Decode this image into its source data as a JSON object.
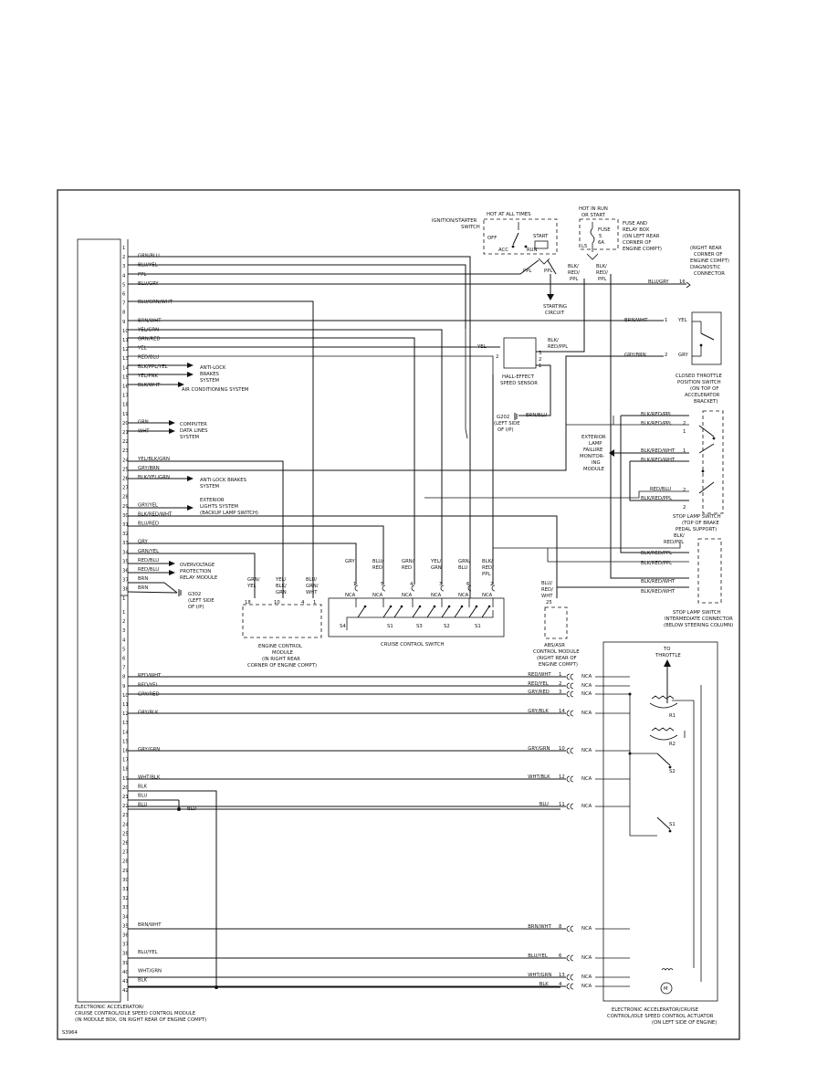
{
  "diagram_id": "S3964",
  "module": {
    "label_lines": [
      "ELECTRONIC ACCELERATOR/",
      "CRUISE CONTROL/IDLE SPEED CONTROL MODULE",
      "(IN MODULE BOX, ON RIGHT REAR OF ENGINE COMPT)"
    ],
    "upper_pins": [
      {
        "n": "1",
        "w": ""
      },
      {
        "n": "2",
        "w": "GRN/BLU"
      },
      {
        "n": "3",
        "w": "BLU/YEL"
      },
      {
        "n": "4",
        "w": "PPL"
      },
      {
        "n": "5",
        "w": "BLU/GRY"
      },
      {
        "n": "6",
        "w": ""
      },
      {
        "n": "7",
        "w": "BLU/GRN/WHT"
      },
      {
        "n": "8",
        "w": ""
      },
      {
        "n": "9",
        "w": "BRN/WHT"
      },
      {
        "n": "10",
        "w": "YEL/GRN"
      },
      {
        "n": "11",
        "w": "GRN/RED"
      },
      {
        "n": "12",
        "w": "YEL"
      },
      {
        "n": "13",
        "w": "RED/BLU"
      },
      {
        "n": "14",
        "w": "BLK/PPL/YEL"
      },
      {
        "n": "15",
        "w": "YEL/PNK"
      },
      {
        "n": "16",
        "w": "BLK/WHT"
      },
      {
        "n": "17",
        "w": ""
      },
      {
        "n": "18",
        "w": ""
      },
      {
        "n": "19",
        "w": ""
      },
      {
        "n": "20",
        "w": "GRN"
      },
      {
        "n": "21",
        "w": "WHT"
      },
      {
        "n": "22",
        "w": ""
      },
      {
        "n": "23",
        "w": ""
      },
      {
        "n": "24",
        "w": "YEL/BLK/GRN"
      },
      {
        "n": "25",
        "w": "GRY/BRN"
      },
      {
        "n": "26",
        "w": "BLK/YEL/GRN"
      },
      {
        "n": "27",
        "w": ""
      },
      {
        "n": "28",
        "w": ""
      },
      {
        "n": "29",
        "w": "GRY/YEL"
      },
      {
        "n": "30",
        "w": "BLK/RED/WHT"
      },
      {
        "n": "31",
        "w": "BLU/RED"
      },
      {
        "n": "32",
        "w": ""
      },
      {
        "n": "33",
        "w": "GRY"
      },
      {
        "n": "34",
        "w": "GRN/YEL"
      },
      {
        "n": "35",
        "w": "RED/BLU"
      },
      {
        "n": "36",
        "w": "RED/BLU"
      },
      {
        "n": "37",
        "w": "BRN"
      },
      {
        "n": "38",
        "w": "BRN"
      },
      {
        "n": "1",
        "w": ""
      }
    ],
    "lower_pins": [
      {
        "n": "1",
        "w": ""
      },
      {
        "n": "2",
        "w": ""
      },
      {
        "n": "3",
        "w": ""
      },
      {
        "n": "4",
        "w": ""
      },
      {
        "n": "5",
        "w": ""
      },
      {
        "n": "6",
        "w": ""
      },
      {
        "n": "7",
        "w": ""
      },
      {
        "n": "8",
        "w": "RED/WHT"
      },
      {
        "n": "9",
        "w": "RED/YEL"
      },
      {
        "n": "10",
        "w": "GRY/RED"
      },
      {
        "n": "11",
        "w": ""
      },
      {
        "n": "12",
        "w": "GRY/BLK"
      },
      {
        "n": "13",
        "w": ""
      },
      {
        "n": "14",
        "w": ""
      },
      {
        "n": "15",
        "w": ""
      },
      {
        "n": "16",
        "w": "GRY/GRN"
      },
      {
        "n": "17",
        "w": ""
      },
      {
        "n": "18",
        "w": ""
      },
      {
        "n": "19",
        "w": "WHT/BLK"
      },
      {
        "n": "20",
        "w": "BLK"
      },
      {
        "n": "21",
        "w": "BLU"
      },
      {
        "n": "22",
        "w": "BLU"
      },
      {
        "n": "23",
        "w": ""
      },
      {
        "n": "24",
        "w": ""
      },
      {
        "n": "25",
        "w": ""
      },
      {
        "n": "26",
        "w": ""
      },
      {
        "n": "27",
        "w": ""
      },
      {
        "n": "28",
        "w": ""
      },
      {
        "n": "29",
        "w": ""
      },
      {
        "n": "30",
        "w": ""
      },
      {
        "n": "31",
        "w": ""
      },
      {
        "n": "32",
        "w": ""
      },
      {
        "n": "33",
        "w": ""
      },
      {
        "n": "34",
        "w": ""
      },
      {
        "n": "35",
        "w": "BRN/WHT"
      },
      {
        "n": "36",
        "w": ""
      },
      {
        "n": "37",
        "w": ""
      },
      {
        "n": "38",
        "w": "BLU/YEL"
      },
      {
        "n": "39",
        "w": ""
      },
      {
        "n": "40",
        "w": "WHT/GRN"
      },
      {
        "n": "41",
        "w": "BLK"
      },
      {
        "n": "42",
        "w": ""
      }
    ]
  },
  "ignition": {
    "label_lines": [
      "IGNITION/STARTER",
      "SWITCH"
    ],
    "hot": "HOT AT ALL TIMES",
    "off": "OFF",
    "start": "START",
    "acc": "ACC",
    "run": "RUN"
  },
  "fuse": {
    "hot_lines": [
      "HOT IN RUN",
      "OR START"
    ],
    "fuse_lines": [
      "FUSE",
      "5",
      "6A"
    ],
    "box_lines": [
      "FUSE AND",
      "RELAY BOX",
      "(ON LEFT REAR",
      "CORNER OF",
      "ENGINE COMPT)"
    ],
    "l5": "L5",
    "wires": [
      "BLK/",
      "RED/",
      "PPL",
      "BLK/",
      "RED/",
      "PPL"
    ]
  },
  "diag": {
    "label_lines": [
      "(RIGHT REAR",
      "CORNER OF",
      "ENGINE COMPT)",
      "DIAGNOSTIC",
      "CONNECTOR"
    ],
    "wire": "BLU/GRY",
    "pin": "16"
  },
  "starting": {
    "label_lines": [
      "STARTING",
      "CIRCUIT"
    ],
    "ppl": "PPL"
  },
  "hall": {
    "label_lines": [
      "HALL-EFFECT",
      "SPEED SENSOR"
    ],
    "wire_in": "YEL",
    "wire_out": [
      "BLK/",
      "RED/PPL"
    ],
    "pin_l": "2",
    "pin_r1": "3",
    "pin_r2": "2",
    "pin_r3": "1"
  },
  "g202": {
    "name": "G202",
    "label_lines": [
      "(LEFT SIDE",
      "OF I/P)"
    ],
    "wire": "BRN/BLU"
  },
  "throttle": {
    "label_lines": [
      "CLOSED THROTTLE",
      "POSITION SWITCH",
      "(ON TOP OF",
      "ACCELERATOR",
      "BRACKET)"
    ],
    "wires": [
      "BRN/WHT",
      "1",
      "YEL",
      "GRY/BRN",
      "2",
      "GRY"
    ]
  },
  "abs_grp": {
    "lines": [
      [
        "ANTI-LOCK",
        "BRAKES",
        "SYSTEM"
      ],
      [
        "AIR CONDITIONING SYSTEM"
      ],
      [
        "COMPUTER",
        "DATA LINES",
        "SYSTEM"
      ],
      [
        "ANTI-LOCK BRAKES",
        "SYSTEM"
      ],
      [
        "EXTERIOR",
        "LIGHTS SYSTEM",
        "(BACKUP LAMP SWITCH)"
      ],
      [
        "OVERVOLTAGE",
        "PROTECTION",
        "RELAY MODULE"
      ]
    ]
  },
  "g302": {
    "name": "G302",
    "label_lines": [
      "(LEFT SIDE",
      "OF I/P)"
    ]
  },
  "ext_lamp": {
    "label_lines": [
      "EXTERIOR",
      "LAMP",
      "FAILURE",
      "MONITOR-",
      "ING",
      "MODULE"
    ]
  },
  "stop_switch": {
    "label_lines": [
      "STOP LAMP SWITCH",
      "(TOP OF BRAKE",
      "PEDAL SUPPORT)"
    ],
    "wires": [
      "BLK/RED/PPL",
      "BLK/RED/PPL",
      "BLK/RED/WHT",
      "BLK/RED/WHT",
      "RED/BLU",
      "BLK/RED/PPL"
    ],
    "pins": [
      "2",
      "1",
      "1",
      "2",
      "2"
    ]
  },
  "stop_conn": {
    "label_lines": [
      "STOP LAMP SWITCH",
      "INTERMEDIATE CONNECTOR",
      "(BELOW STEERING COLUMN)"
    ],
    "wires": [
      "BLK/",
      "RED/PPL",
      "BLK/RED/PPL",
      "BLK/RED/PPL",
      "BLK/RED/WHT",
      "BLK/RED/WHT"
    ]
  },
  "ecm": {
    "label_lines": [
      "ENGINE CONTROL",
      "MODULE",
      "(IN RIGHT REAR",
      "CORNER OF ENGINE COMPT)"
    ],
    "cols": [
      {
        "w": [
          "GRN/",
          "YEL"
        ],
        "p": "18"
      },
      {
        "w": [
          "YEL/",
          "BLK/",
          "GRN"
        ],
        "p": "10"
      },
      {
        "w": [
          "BLU/",
          "GRN/",
          "WHT"
        ],
        "p": "4"
      },
      {
        "w": [
          ""
        ],
        "p": "1"
      }
    ]
  },
  "ccs": {
    "label": "CRUISE CONTROL SWITCH",
    "cols": [
      {
        "w": [
          "GRY"
        ],
        "p": "1"
      },
      {
        "w": [
          "BLU/",
          "RED"
        ],
        "p": "5"
      },
      {
        "w": [
          "GRN/",
          "RED"
        ],
        "p": "4"
      },
      {
        "w": [
          "YEL/",
          "GRN"
        ],
        "p": "3"
      },
      {
        "w": [
          "GRN/",
          "BLU"
        ],
        "p": "6"
      },
      {
        "w": [
          "BLK/",
          "RED/",
          "PPL"
        ],
        "p": "2"
      }
    ],
    "nca": "NCA",
    "switches": [
      "S4",
      "S1",
      "S3",
      "S2",
      "S1"
    ]
  },
  "abs_mod": {
    "label_lines": [
      "ABS/ASR",
      "CONTROL MODULE",
      "(RIGHT REAR OF",
      "ENGINE COMPT)"
    ],
    "wire": [
      "BLU/",
      "RED/",
      "WHT"
    ],
    "pin": "25"
  },
  "actuator": {
    "label_lines": [
      "ELECTRONIC ACCELERATOR/CRUISE",
      "CONTROL/IDLE SPEED CONTROL ACTUATOR",
      "(ON LEFT SIDE OF ENGINE)"
    ],
    "to_lines": [
      "TO",
      "THROTTLE"
    ],
    "rows": [
      {
        "w": "RED/WHT",
        "p": "1"
      },
      {
        "w": "RED/YEL",
        "p": "2"
      },
      {
        "w": "GRY/RED",
        "p": "3"
      },
      {
        "w": "GRY/BLK",
        "p": "14"
      },
      {
        "w": "GRY/GRN",
        "p": "10"
      },
      {
        "w": "WHT/BLK",
        "p": "12"
      },
      {
        "w": "BLU",
        "p": "11"
      },
      {
        "w": "BRN/WHT",
        "p": "8"
      },
      {
        "w": "BLU/YEL",
        "p": "6"
      },
      {
        "w": "WHT/GRN",
        "p": "13"
      },
      {
        "w": "BLK",
        "p": "4"
      }
    ],
    "nca": "NCA",
    "parts": [
      "R1",
      "R2",
      "S2",
      "S1",
      "M"
    ]
  },
  "splice_blu": "BLU"
}
